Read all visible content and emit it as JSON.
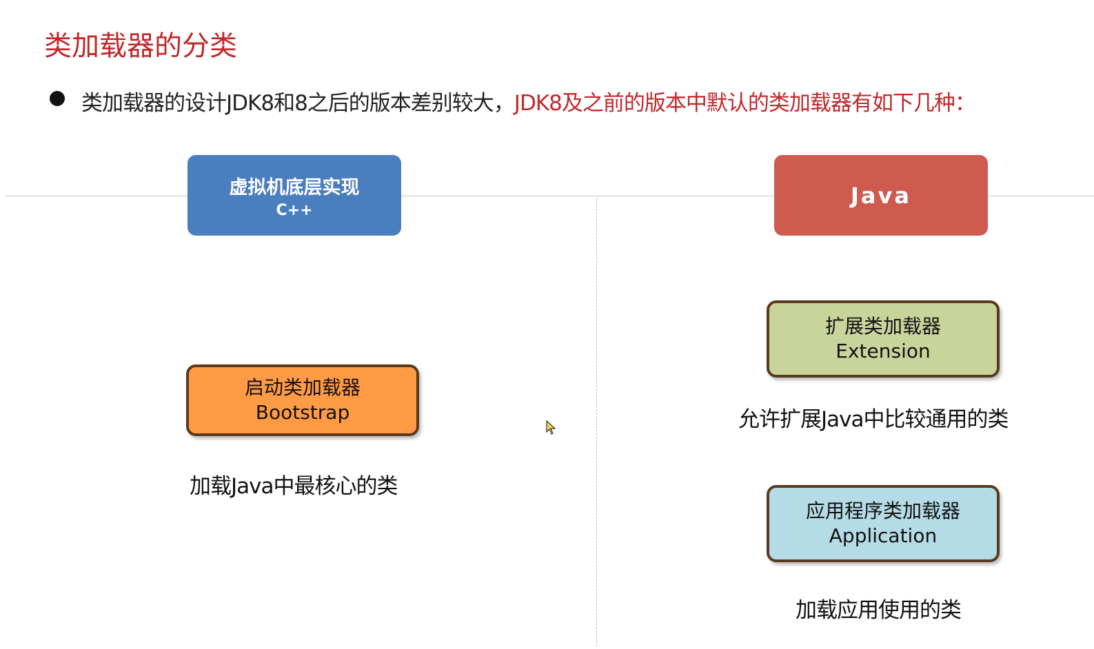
{
  "title": "类加载器的分类",
  "bullet": {
    "text_normal": "类加载器的设计JDK8和8之后的版本差别较大，",
    "text_highlight": "JDK8及之前的版本中默认的类加载器有如下几种："
  },
  "columns": {
    "left_header": {
      "line1": "虚拟机底层实现",
      "line2": "C++"
    },
    "right_header": {
      "label": "Java"
    }
  },
  "loaders": [
    {
      "name_cn": "启动类加载器",
      "name_en": "Bootstrap",
      "description": "加载Java中最核心的类"
    },
    {
      "name_cn": "扩展类加载器",
      "name_en": "Extension",
      "description": "允许扩展Java中比较通用的类"
    },
    {
      "name_cn": "应用程序类加载器",
      "name_en": "Application",
      "description": "加载应用使用的类"
    }
  ],
  "colors": {
    "title": "#c0282a",
    "cpp": "#4a7ebf",
    "java": "#cf5b4f",
    "bootstrap": "#ff9b45",
    "extension": "#c8d49a",
    "application": "#b5dbe6"
  }
}
